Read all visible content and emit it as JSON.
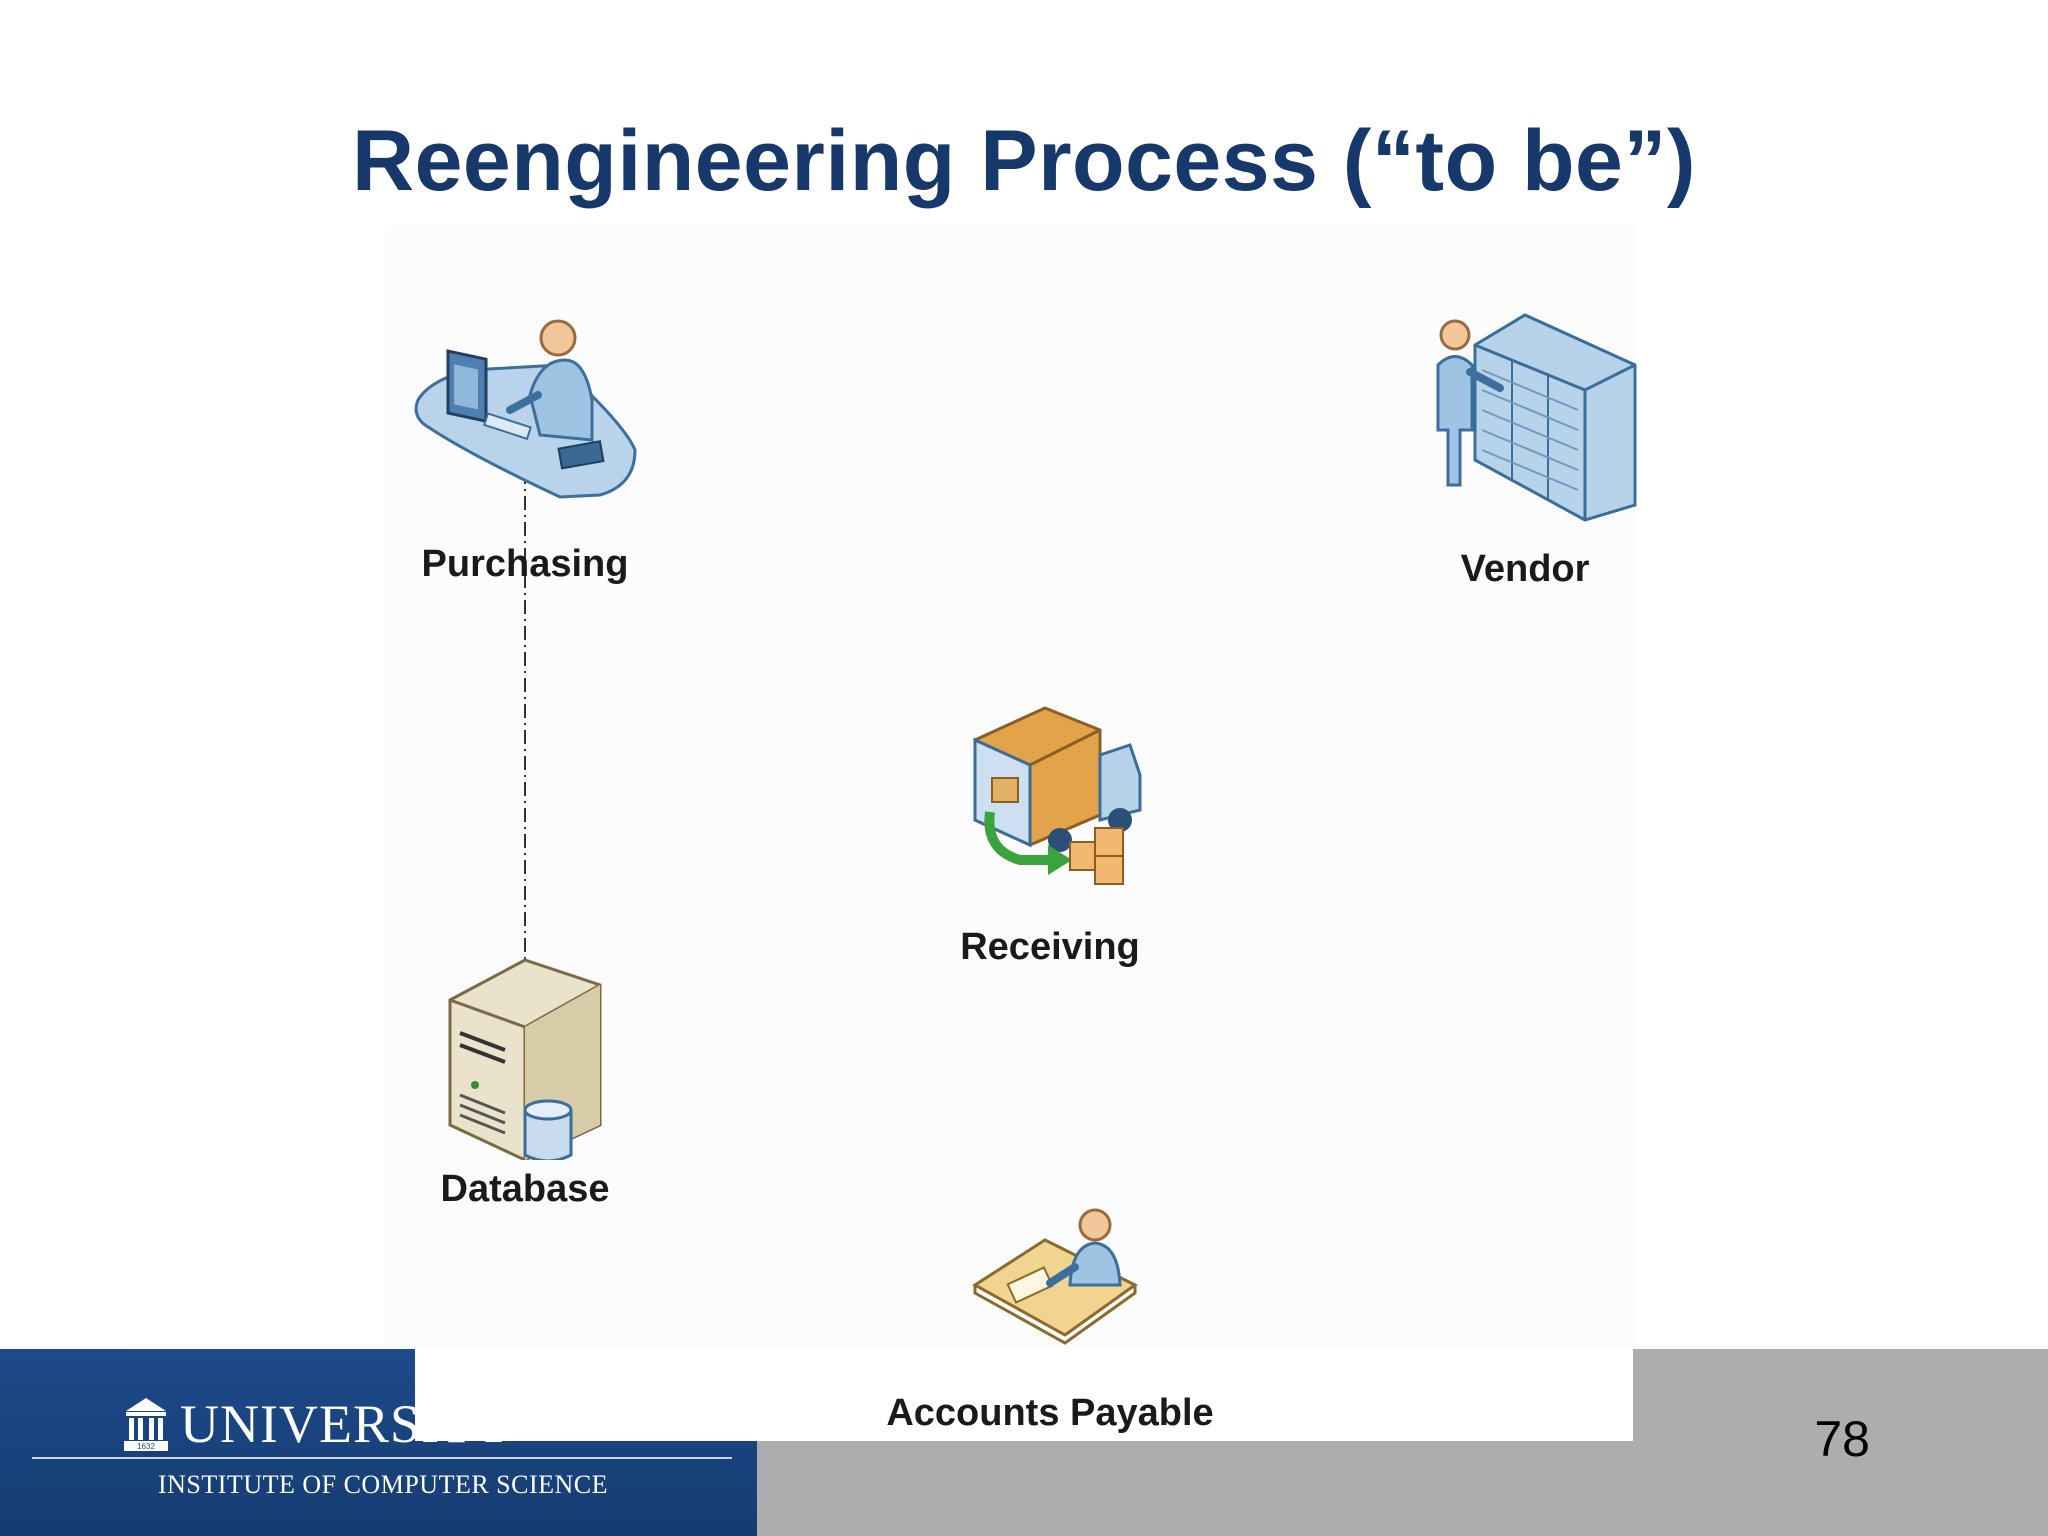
{
  "slide": {
    "title": "Reengineering Process (“to be”)",
    "page_number": "78"
  },
  "nodes": {
    "purchasing": "Purchasing",
    "vendor": "Vendor",
    "receiving": "Receiving",
    "database": "Database",
    "accounts_payable": "Accounts Payable"
  },
  "footer": {
    "university": "UNIVERSITY",
    "institute": "INSTITUTE OF COMPUTER SCIENCE",
    "seal_year": "1632"
  }
}
